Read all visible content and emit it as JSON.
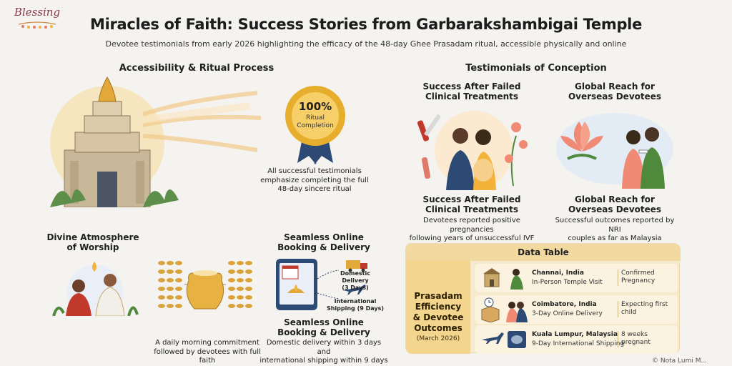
{
  "brand": {
    "logo_text": "Blessing"
  },
  "header": {
    "title": "Miracles of Faith: Success Stories from Garbarakshambigai Temple",
    "subtitle": "Devotee testimonials from early 2026 highlighting the efficacy of the 48-day Ghee Prasadam ritual, accessible physically and online"
  },
  "left": {
    "section_title": "Accessibility & Ritual Process",
    "badge": {
      "big": "100%",
      "small_1": "Ritual",
      "small_2": "Completion"
    },
    "badge_caption_1": "All successful testimonials",
    "badge_caption_2": "emphasize completing the full",
    "badge_caption_3": "48-day sincere ritual",
    "worship_title_1": "Divine Atmosphere",
    "worship_title_2": "of Worship",
    "daily_caption_1": "A daily morning commitment",
    "daily_caption_2": "followed by devotees with full faith",
    "online_title_1": "Seamless Online",
    "online_title_2": "Booking & Delivery",
    "domestic_label_1": "Domestic Delivery",
    "domestic_label_2": "(3 Days)",
    "intl_label_1": "International",
    "intl_label_2": "Shipping (9 Days)",
    "online_title_b1": "Seamless Online",
    "online_title_b2": "Booking & Delivery",
    "online_caption_1": "Domestic delivery within 3 days and",
    "online_caption_2": "international shipping within 9 days"
  },
  "right": {
    "section_title": "Testimonials of Conception",
    "card1": {
      "top_1": "Success After Failed",
      "top_2": "Clinical Treatments",
      "title_1": "Success After Failed",
      "title_2": "Clinical Treatments",
      "caption_1": "Devotees reported positive pregnancies",
      "caption_2": "following years of unsuccessful IVF attempts"
    },
    "card2": {
      "top_1": "Global Reach for",
      "top_2": "Overseas Devotees",
      "title_1": "Global Reach for",
      "title_2": "Overseas Devotees",
      "caption_1": "Successful outcomes reported by NRI",
      "caption_2": "couples as far as Malaysia"
    }
  },
  "table": {
    "title": "Data Table",
    "side_1": "Prasadam",
    "side_2": "Efficiency",
    "side_3": "& Devotee",
    "side_4": "Outcomes",
    "side_date": "(March 2026)",
    "rows": [
      {
        "location": "Channai, India",
        "mode": "In-Person Temple Visit",
        "result_1": "Confirmed",
        "result_2": "Pregnancy"
      },
      {
        "location": "Coimbatore, India",
        "mode": "3-Day Online Delivery",
        "result_1": "Expecting first child",
        "result_2": ""
      },
      {
        "location": "Kuala Lumpur, Malaysia",
        "mode": "9-Day International Shipping",
        "result_1": "8 weeks pregnant",
        "result_2": ""
      }
    ]
  },
  "footer": {
    "mark": "© Nota Lumi M..."
  },
  "colors": {
    "gold": "#e4a92a",
    "navy": "#1f3b63",
    "cream": "#f6e9cc",
    "lotus": "#f08a74"
  }
}
